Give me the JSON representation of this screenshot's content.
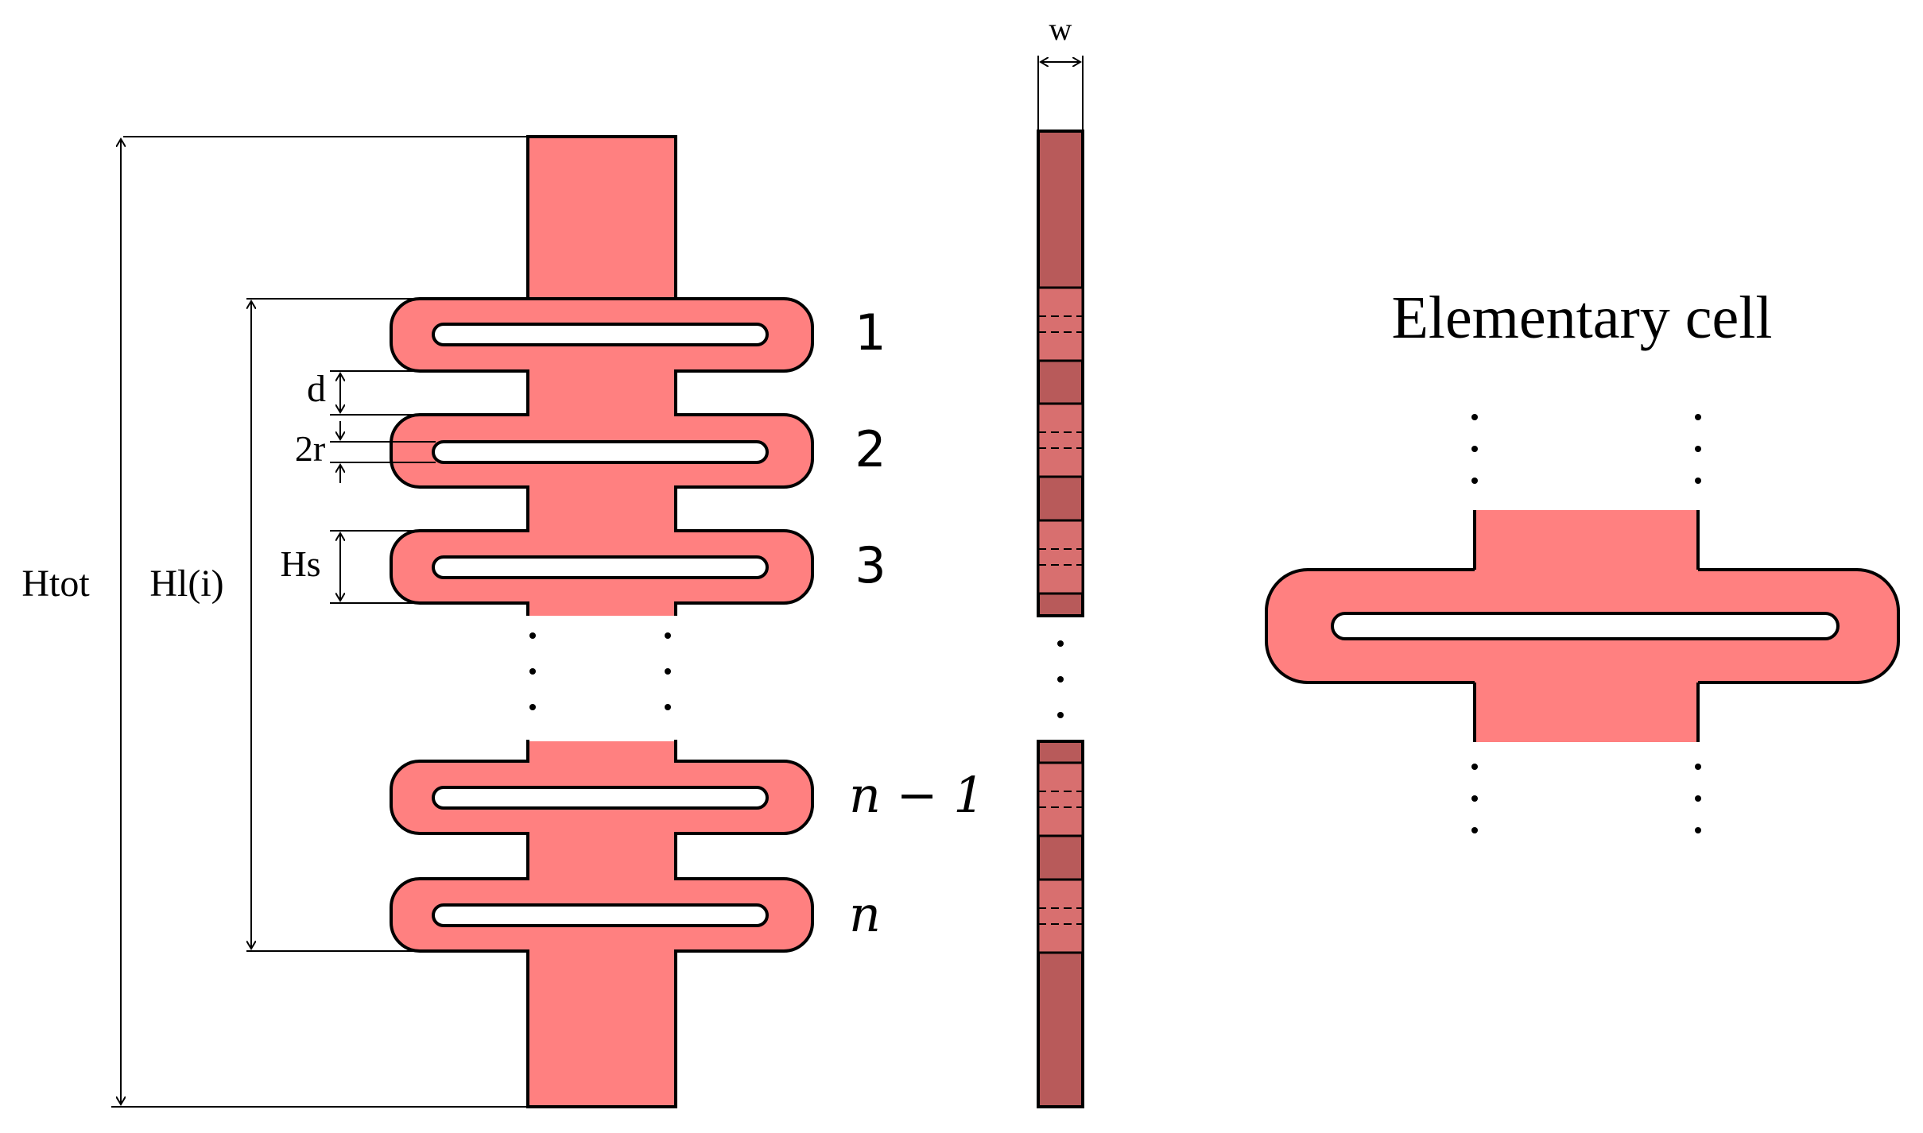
{
  "colors": {
    "body": "#FF8080",
    "side": "#B85A5A",
    "stroke": "#000000",
    "slot": "#FFFFFF"
  },
  "labels": {
    "w": "w",
    "d": "d",
    "two_r": "2r",
    "hs": "Hs",
    "htot": "Htot",
    "hl": "Hl(i)",
    "cell_1": "1",
    "cell_2": "2",
    "cell_3": "3",
    "cell_n_minus_1": "n − 1",
    "cell_n": "n",
    "elementary_cell_title": "Elementary cell"
  }
}
